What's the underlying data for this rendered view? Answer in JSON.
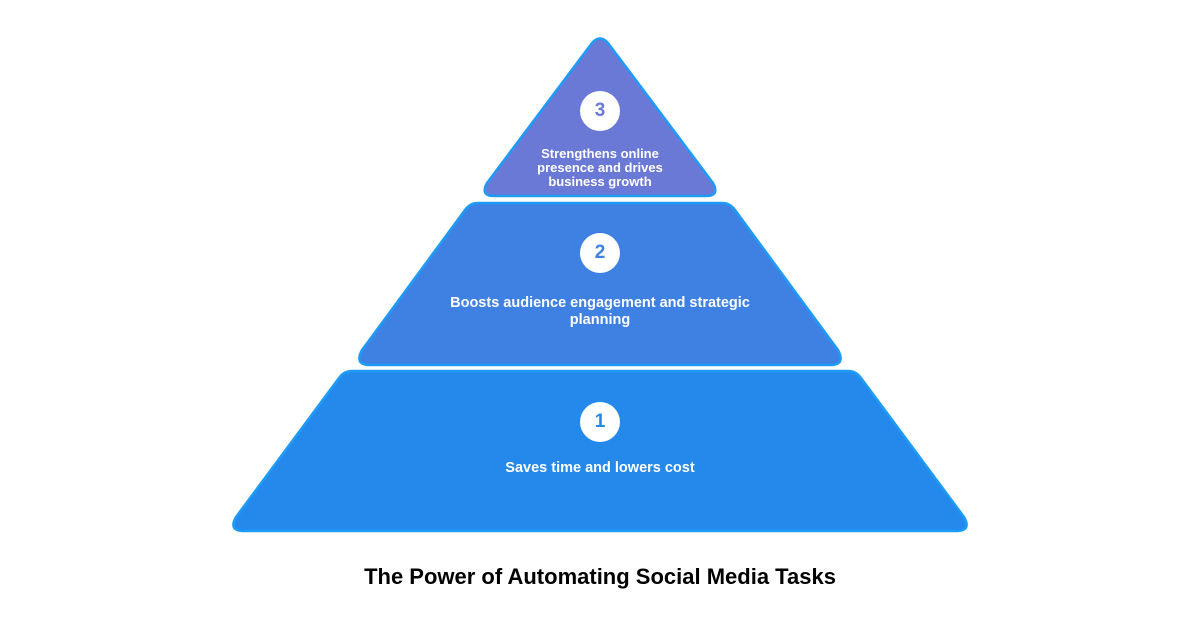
{
  "title": "The Power of Automating Social Media Tasks",
  "tiers": [
    {
      "number": "1",
      "text": "Saves time and lowers cost",
      "color": "#2589EC"
    },
    {
      "number": "2",
      "text": "Boosts audience engagement and strategic planning",
      "color": "#3F81E3"
    },
    {
      "number": "3",
      "text": "Strengthens online presence and drives business growth",
      "color": "#6A78D6"
    }
  ],
  "colors": {
    "outline": "#1E9BF7",
    "badge_bg": "#FFFFFF",
    "title": "#000000"
  }
}
